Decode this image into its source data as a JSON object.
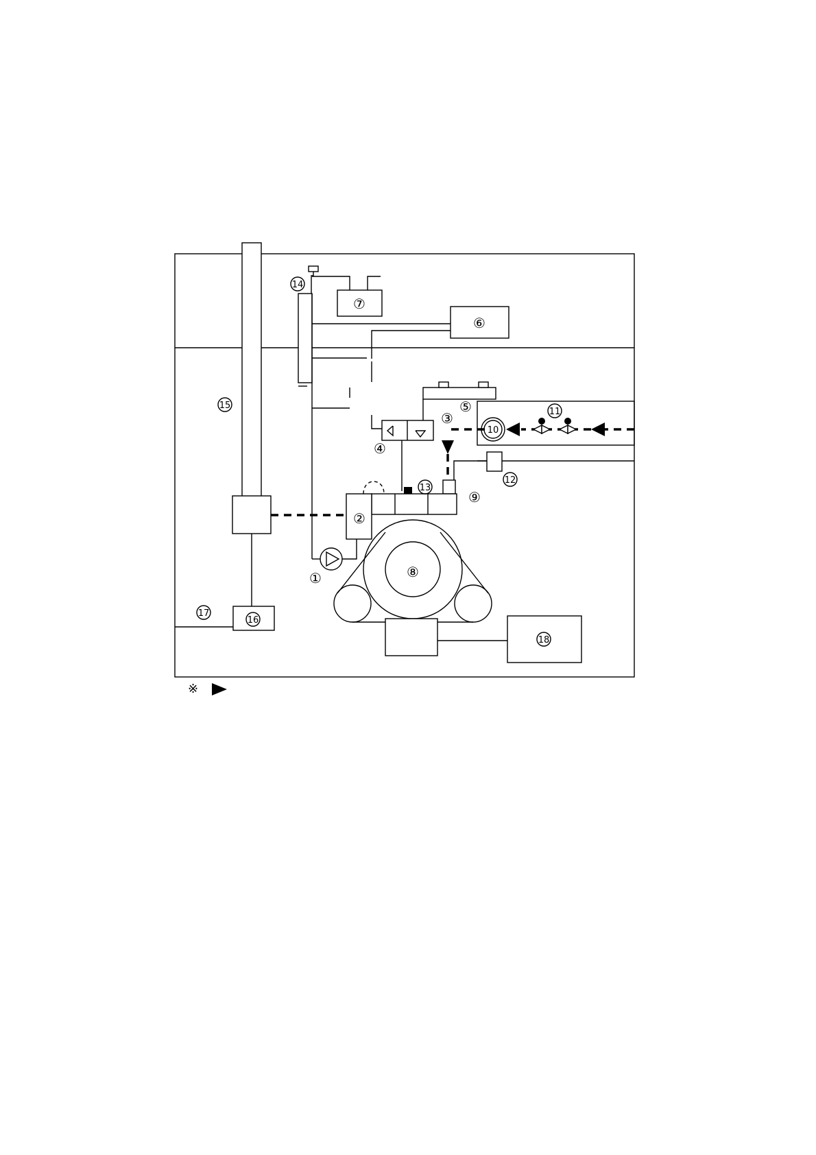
{
  "labels": {
    "n1": "①",
    "n2": "②",
    "n3": "③",
    "n4": "④",
    "n5": "⑤",
    "n6": "⑥",
    "n7": "⑦",
    "n8": "⑧",
    "n9": "⑨",
    "n10": "10",
    "n11": "11",
    "n12": "12",
    "n13": "13",
    "n14": "14",
    "n15": "15",
    "n16": "16",
    "n17": "17",
    "n18": "18"
  },
  "note": {
    "mark": "※"
  }
}
